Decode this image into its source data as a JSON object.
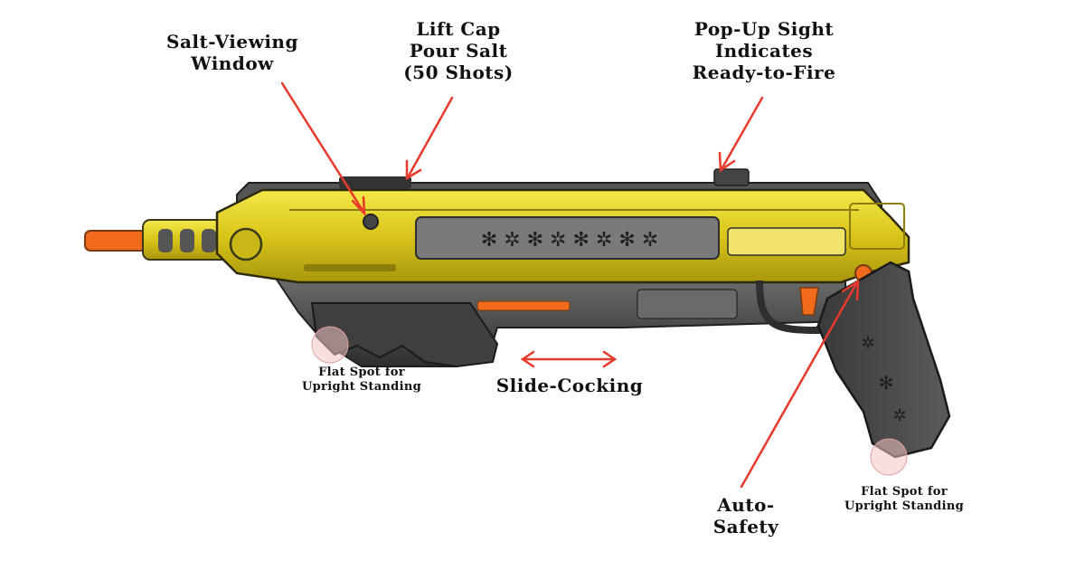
{
  "callouts": {
    "salt_window": [
      "Salt-Viewing",
      "Window"
    ],
    "lift_cap": [
      "Lift Cap",
      "Pour Salt",
      "(50 Shots)"
    ],
    "pop_up_sight": [
      "Pop-Up Sight",
      "Indicates",
      "Ready-to-Fire"
    ],
    "flat_spot_left": [
      "Flat Spot for",
      "Upright Standing"
    ],
    "slide_cocking": "Slide-Cocking",
    "auto_safety": [
      "Auto-",
      "Safety"
    ],
    "flat_spot_right": [
      "Flat Spot for",
      "Upright Standing"
    ]
  },
  "colors": {
    "body_yellow": "#e3d21c",
    "body_dark": "#4a4a4a",
    "muzzle_orange": "#f26a1b",
    "arrow_red": "#e8392b",
    "label_text": "#111111"
  }
}
